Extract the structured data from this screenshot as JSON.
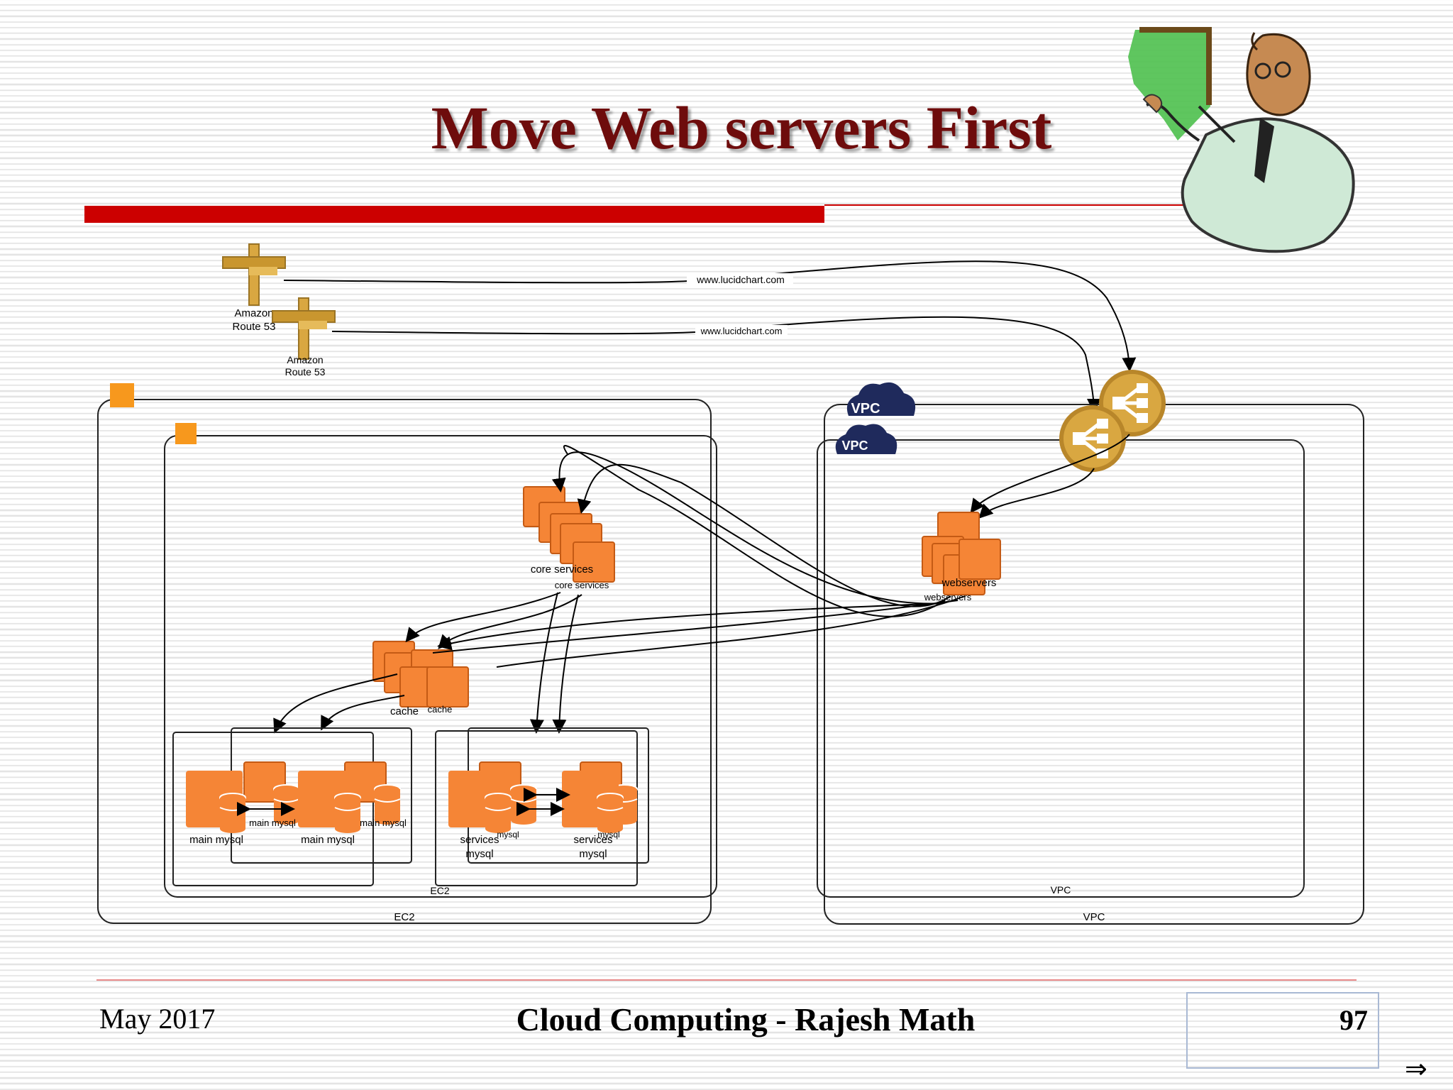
{
  "slide": {
    "title": "Move Web servers First",
    "footer_date": "May 2017",
    "footer_center": "Cloud Computing - Rajesh Math",
    "page_number": "97",
    "next_arrow": "⇒"
  },
  "diagram": {
    "route53_label_line1": "Amazon",
    "route53_label_line2": "Route 53",
    "domain_label": "www.lucidchart.com",
    "vpc_badge": "VPC",
    "vpc_label": "VPC",
    "ec2_label": "EC2",
    "core_services_label": "core services",
    "cache_label": "cache",
    "webservers_label": "webservers",
    "main_mysql_label": "main mysql",
    "services_mysql_line1": "services",
    "services_mysql_line2": "mysql"
  },
  "colors": {
    "title": "#6e0c0c",
    "accent_bar": "#cc0000",
    "aws_orange": "#f58536",
    "route53_gold": "#d9a741",
    "vpc_navy": "#1f2a5c"
  }
}
